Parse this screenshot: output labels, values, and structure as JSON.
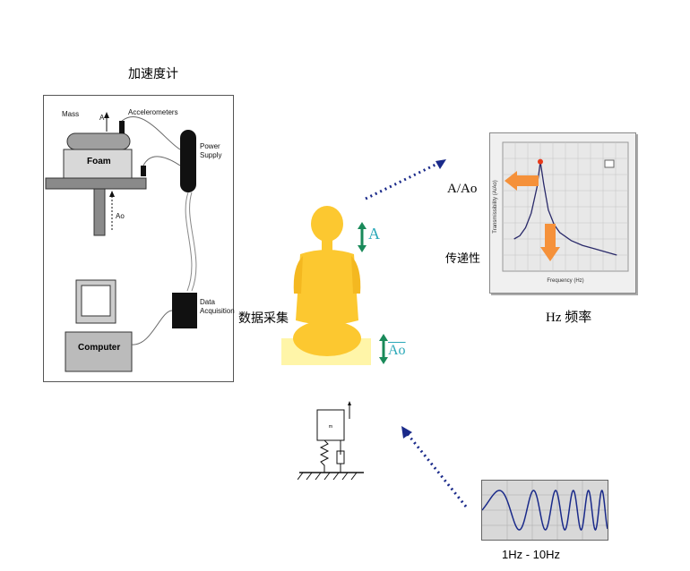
{
  "labels": {
    "accelerometer_cn": "加速度计",
    "data_collection_cn": "数据采集",
    "transmissibility_cn": "传递性",
    "freq_axis_cn": "Hz 频率",
    "freq_range": "1Hz - 10Hz",
    "ratio": "A/Ao",
    "A": "A",
    "Ao": "Ao"
  },
  "setup": {
    "mass": "Mass",
    "A": "A",
    "accelerometers": "Accelerometers",
    "power_supply": "Power Supply",
    "foam": "Foam",
    "Ao": "Ao",
    "data_acquisition": "Data Acquisition",
    "computer": "Computer"
  },
  "chart_data": {
    "type": "line",
    "title": "",
    "xlabel": "Frequency (Hz)",
    "ylabel": "Transmissibility (A/Ao)",
    "x": [
      1,
      1.5,
      2,
      2.5,
      3,
      3.3,
      3.6,
      4,
      4.5,
      5,
      6,
      7,
      8,
      9,
      10
    ],
    "series": [
      {
        "values": [
          1.0,
          1.1,
          1.35,
          1.8,
          2.6,
          3.4,
          2.7,
          1.9,
          1.45,
          1.2,
          0.95,
          0.8,
          0.7,
          0.6,
          0.5
        ]
      }
    ]
  },
  "colors": {
    "arrow_green": "#1a8a5a",
    "orange": "#f5913a",
    "dotted": "#1a2a8a",
    "person": "#fcc830"
  }
}
